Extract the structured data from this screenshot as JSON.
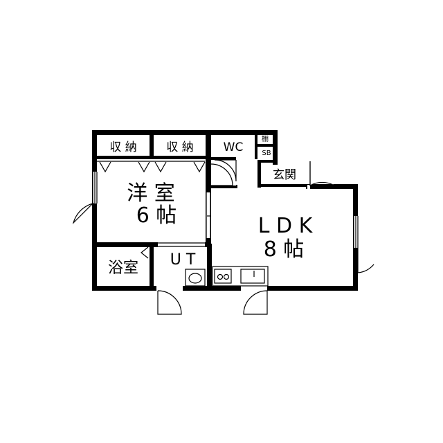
{
  "plan": {
    "rooms": {
      "closet1": "収 納",
      "closet2": "収 納",
      "wc": "WC",
      "shelf": "棚",
      "sb": "SB",
      "entrance": "玄関",
      "western_line1": "洋 室",
      "western_line2": "6 帖",
      "ldk_line1": "L D K",
      "ldk_line2": "8 帖",
      "bath": "浴室",
      "utility": "U T"
    }
  }
}
